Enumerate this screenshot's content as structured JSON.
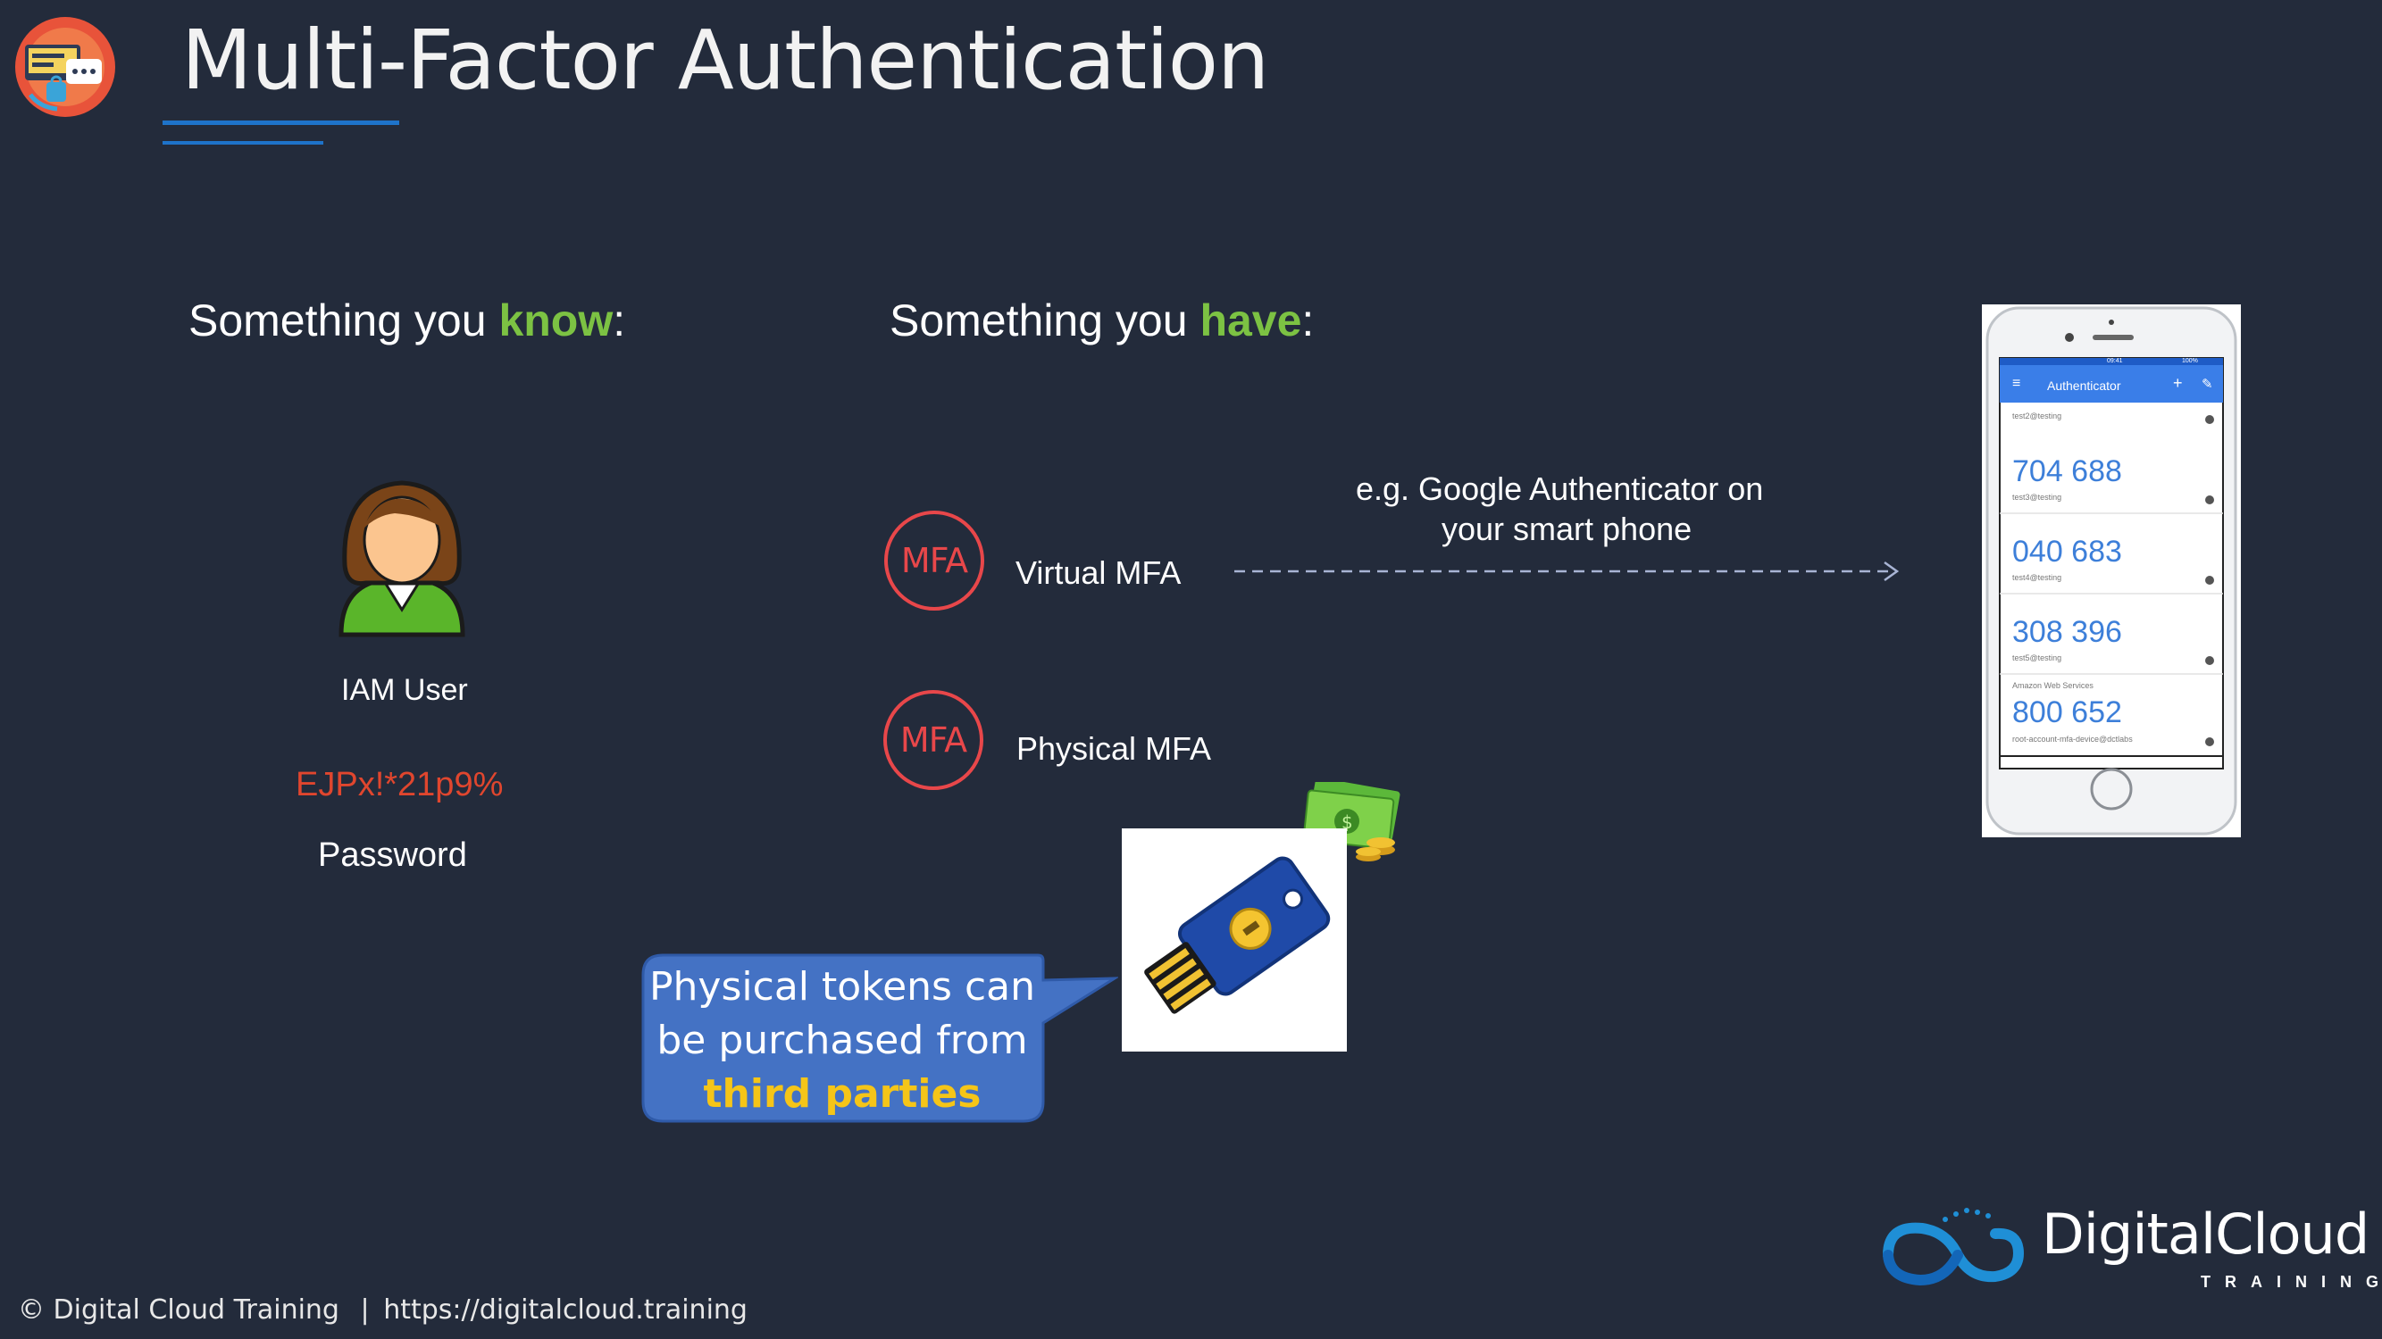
{
  "title": "Multi-Factor Authentication",
  "know": {
    "prefix": "Something you ",
    "highlight": "know",
    "suffix": ":"
  },
  "have": {
    "prefix": "Something you ",
    "highlight": "have",
    "suffix": ":"
  },
  "user": {
    "label": "IAM User",
    "password_value": "EJPx!*21p9%",
    "password_label": "Password"
  },
  "virtual": {
    "badge": "MFA",
    "label": "Virtual MFA"
  },
  "physical": {
    "badge": "MFA",
    "label": "Physical MFA"
  },
  "example": {
    "line1": "e.g. Google Authenticator on",
    "line2": "your smart phone"
  },
  "callout": {
    "line1": "Physical tokens can",
    "line2": "be purchased from",
    "highlight": "third parties"
  },
  "phone": {
    "app_title": "Authenticator",
    "status_time": "09:41",
    "status_battery": "100%",
    "accounts": [
      {
        "code": "704 688",
        "account": "test2@testing"
      },
      {
        "code": "040 683",
        "account": "test3@testing"
      },
      {
        "code": "308 396",
        "account": "test4@testing"
      },
      {
        "code": "800 652",
        "account": "root-account-mfa-device@dctlabs",
        "issuer": "Amazon Web Services",
        "label_top": "test5@testing"
      }
    ]
  },
  "footer": {
    "copyright": "© Digital Cloud Training",
    "separator": "|",
    "url": "https://digitalcloud.training"
  },
  "brand": {
    "main": "DigitalCloud",
    "sub": "TRAINING"
  },
  "colors": {
    "background": "#232b3b",
    "accent_blue": "#1e73c9",
    "highlight_green": "#7cc243",
    "mfa_red": "#e8474a",
    "password_red": "#e0462e",
    "callout_blue": "#4472c4",
    "callout_yellow": "#f5c518"
  }
}
